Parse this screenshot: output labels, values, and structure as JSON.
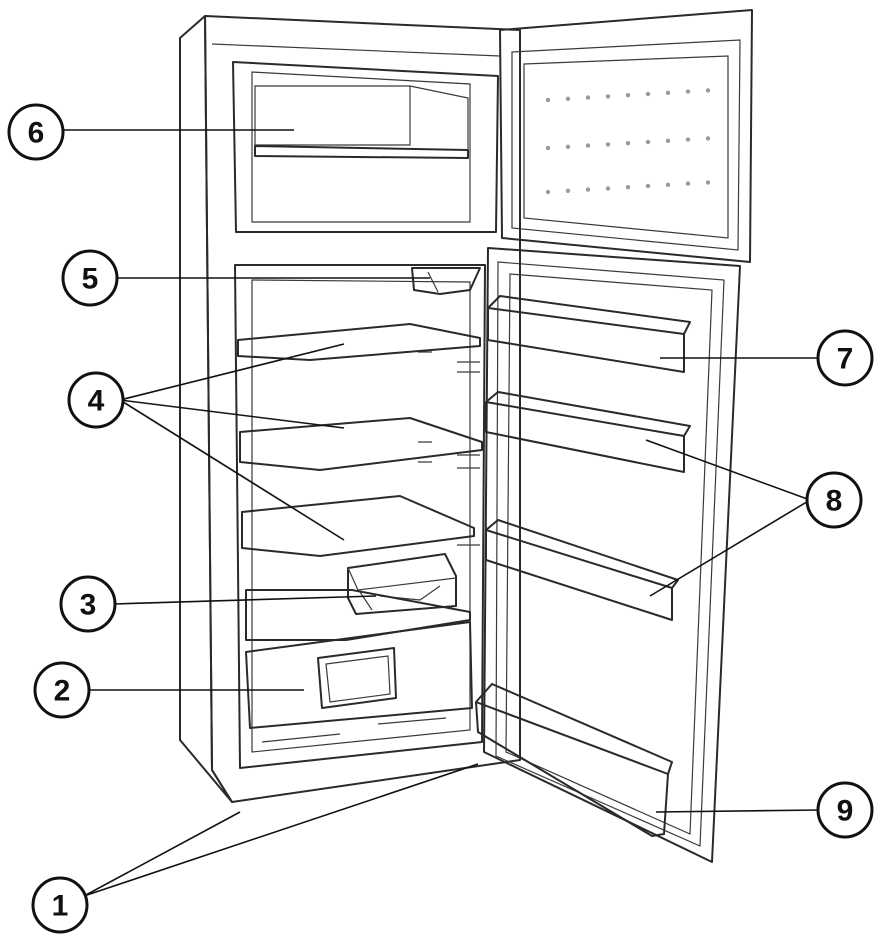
{
  "callouts": [
    {
      "id": "1",
      "label": "1"
    },
    {
      "id": "2",
      "label": "2"
    },
    {
      "id": "3",
      "label": "3"
    },
    {
      "id": "4",
      "label": "4"
    },
    {
      "id": "5",
      "label": "5"
    },
    {
      "id": "6",
      "label": "6"
    },
    {
      "id": "7",
      "label": "7"
    },
    {
      "id": "8",
      "label": "8"
    },
    {
      "id": "9",
      "label": "9"
    }
  ],
  "colors": {
    "line": "#111111",
    "cabinet": "#f2f2f2",
    "shade": "#cfcfcf",
    "door": "#e6e6e6"
  }
}
